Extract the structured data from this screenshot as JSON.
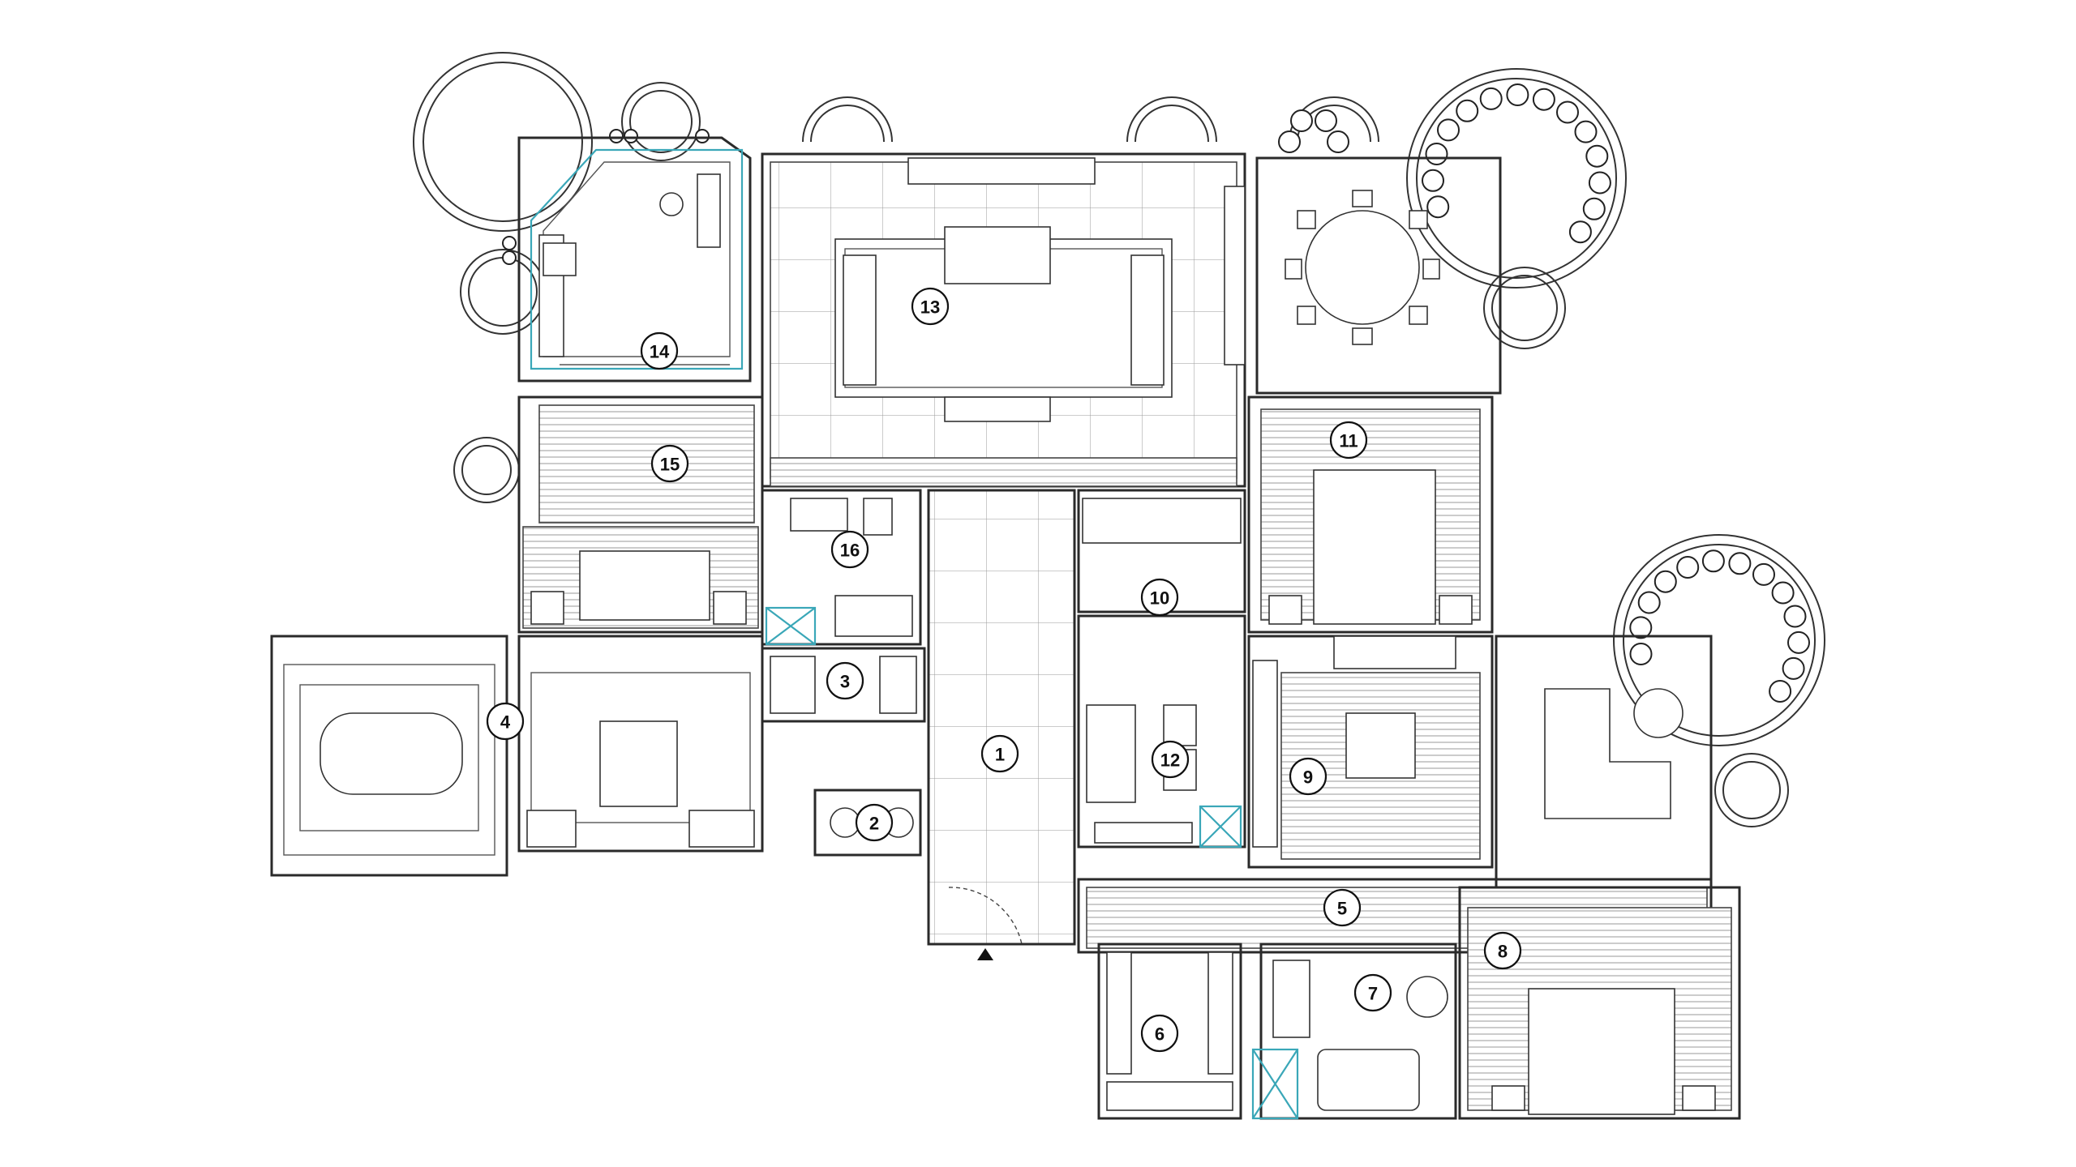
{
  "plan": {
    "rooms": [
      {
        "label": "1"
      },
      {
        "label": "2"
      },
      {
        "label": "3"
      },
      {
        "label": "4"
      },
      {
        "label": "5"
      },
      {
        "label": "6"
      },
      {
        "label": "7"
      },
      {
        "label": "8"
      },
      {
        "label": "9"
      },
      {
        "label": "10"
      },
      {
        "label": "11"
      },
      {
        "label": "12"
      },
      {
        "label": "13"
      },
      {
        "label": "14"
      },
      {
        "label": "15"
      },
      {
        "label": "16"
      }
    ]
  },
  "colors": {
    "line": "#2a2a2a",
    "accent": "#3aa7b8",
    "background": "#ffffff"
  }
}
